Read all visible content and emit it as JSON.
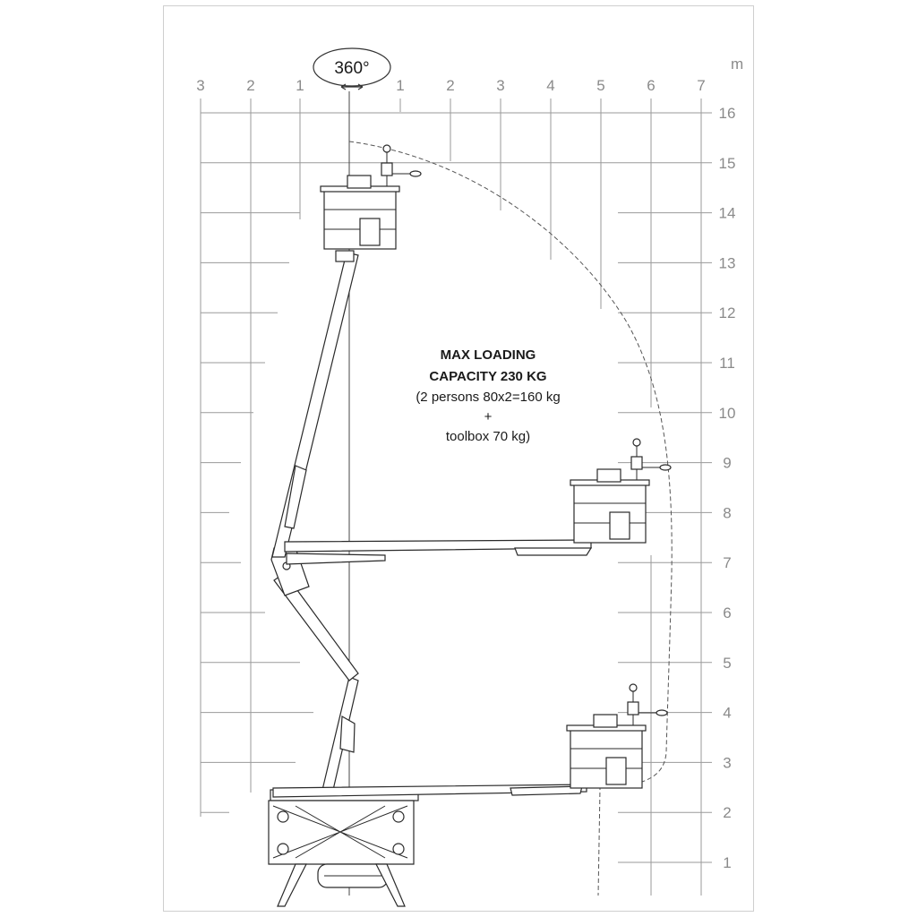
{
  "rotation": {
    "label": "360°"
  },
  "unit": "m",
  "x_ticks": [
    "3",
    "2",
    "1",
    "1",
    "2",
    "3",
    "4",
    "5",
    "6",
    "7"
  ],
  "y_ticks": [
    "16",
    "15",
    "14",
    "13",
    "12",
    "11",
    "10",
    "9",
    "8",
    "7",
    "6",
    "5",
    "4",
    "3",
    "2",
    "1"
  ],
  "capacity": {
    "line1": "MAX LOADING",
    "line2": "CAPACITY 230 KG",
    "line3": "(2 persons  80x2=160 kg",
    "line4": "+",
    "line5": "toolbox 70 kg)"
  }
}
